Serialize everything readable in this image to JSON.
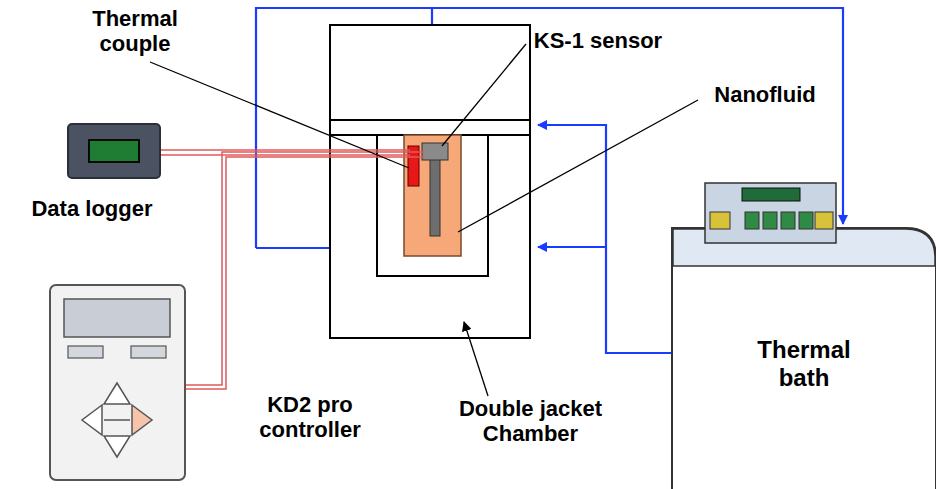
{
  "diagram": {
    "nodes": [
      {
        "text": [
          "Data logger"
        ]
      },
      {
        "text": [
          "KD2 pro controller"
        ]
      },
      {
        "text": [
          "Thermal bath"
        ]
      }
    ],
    "labels": [
      "Thermal couple",
      "KS-1 sensor",
      "Nanofluid",
      "Double jacket Chamber"
    ]
  }
}
